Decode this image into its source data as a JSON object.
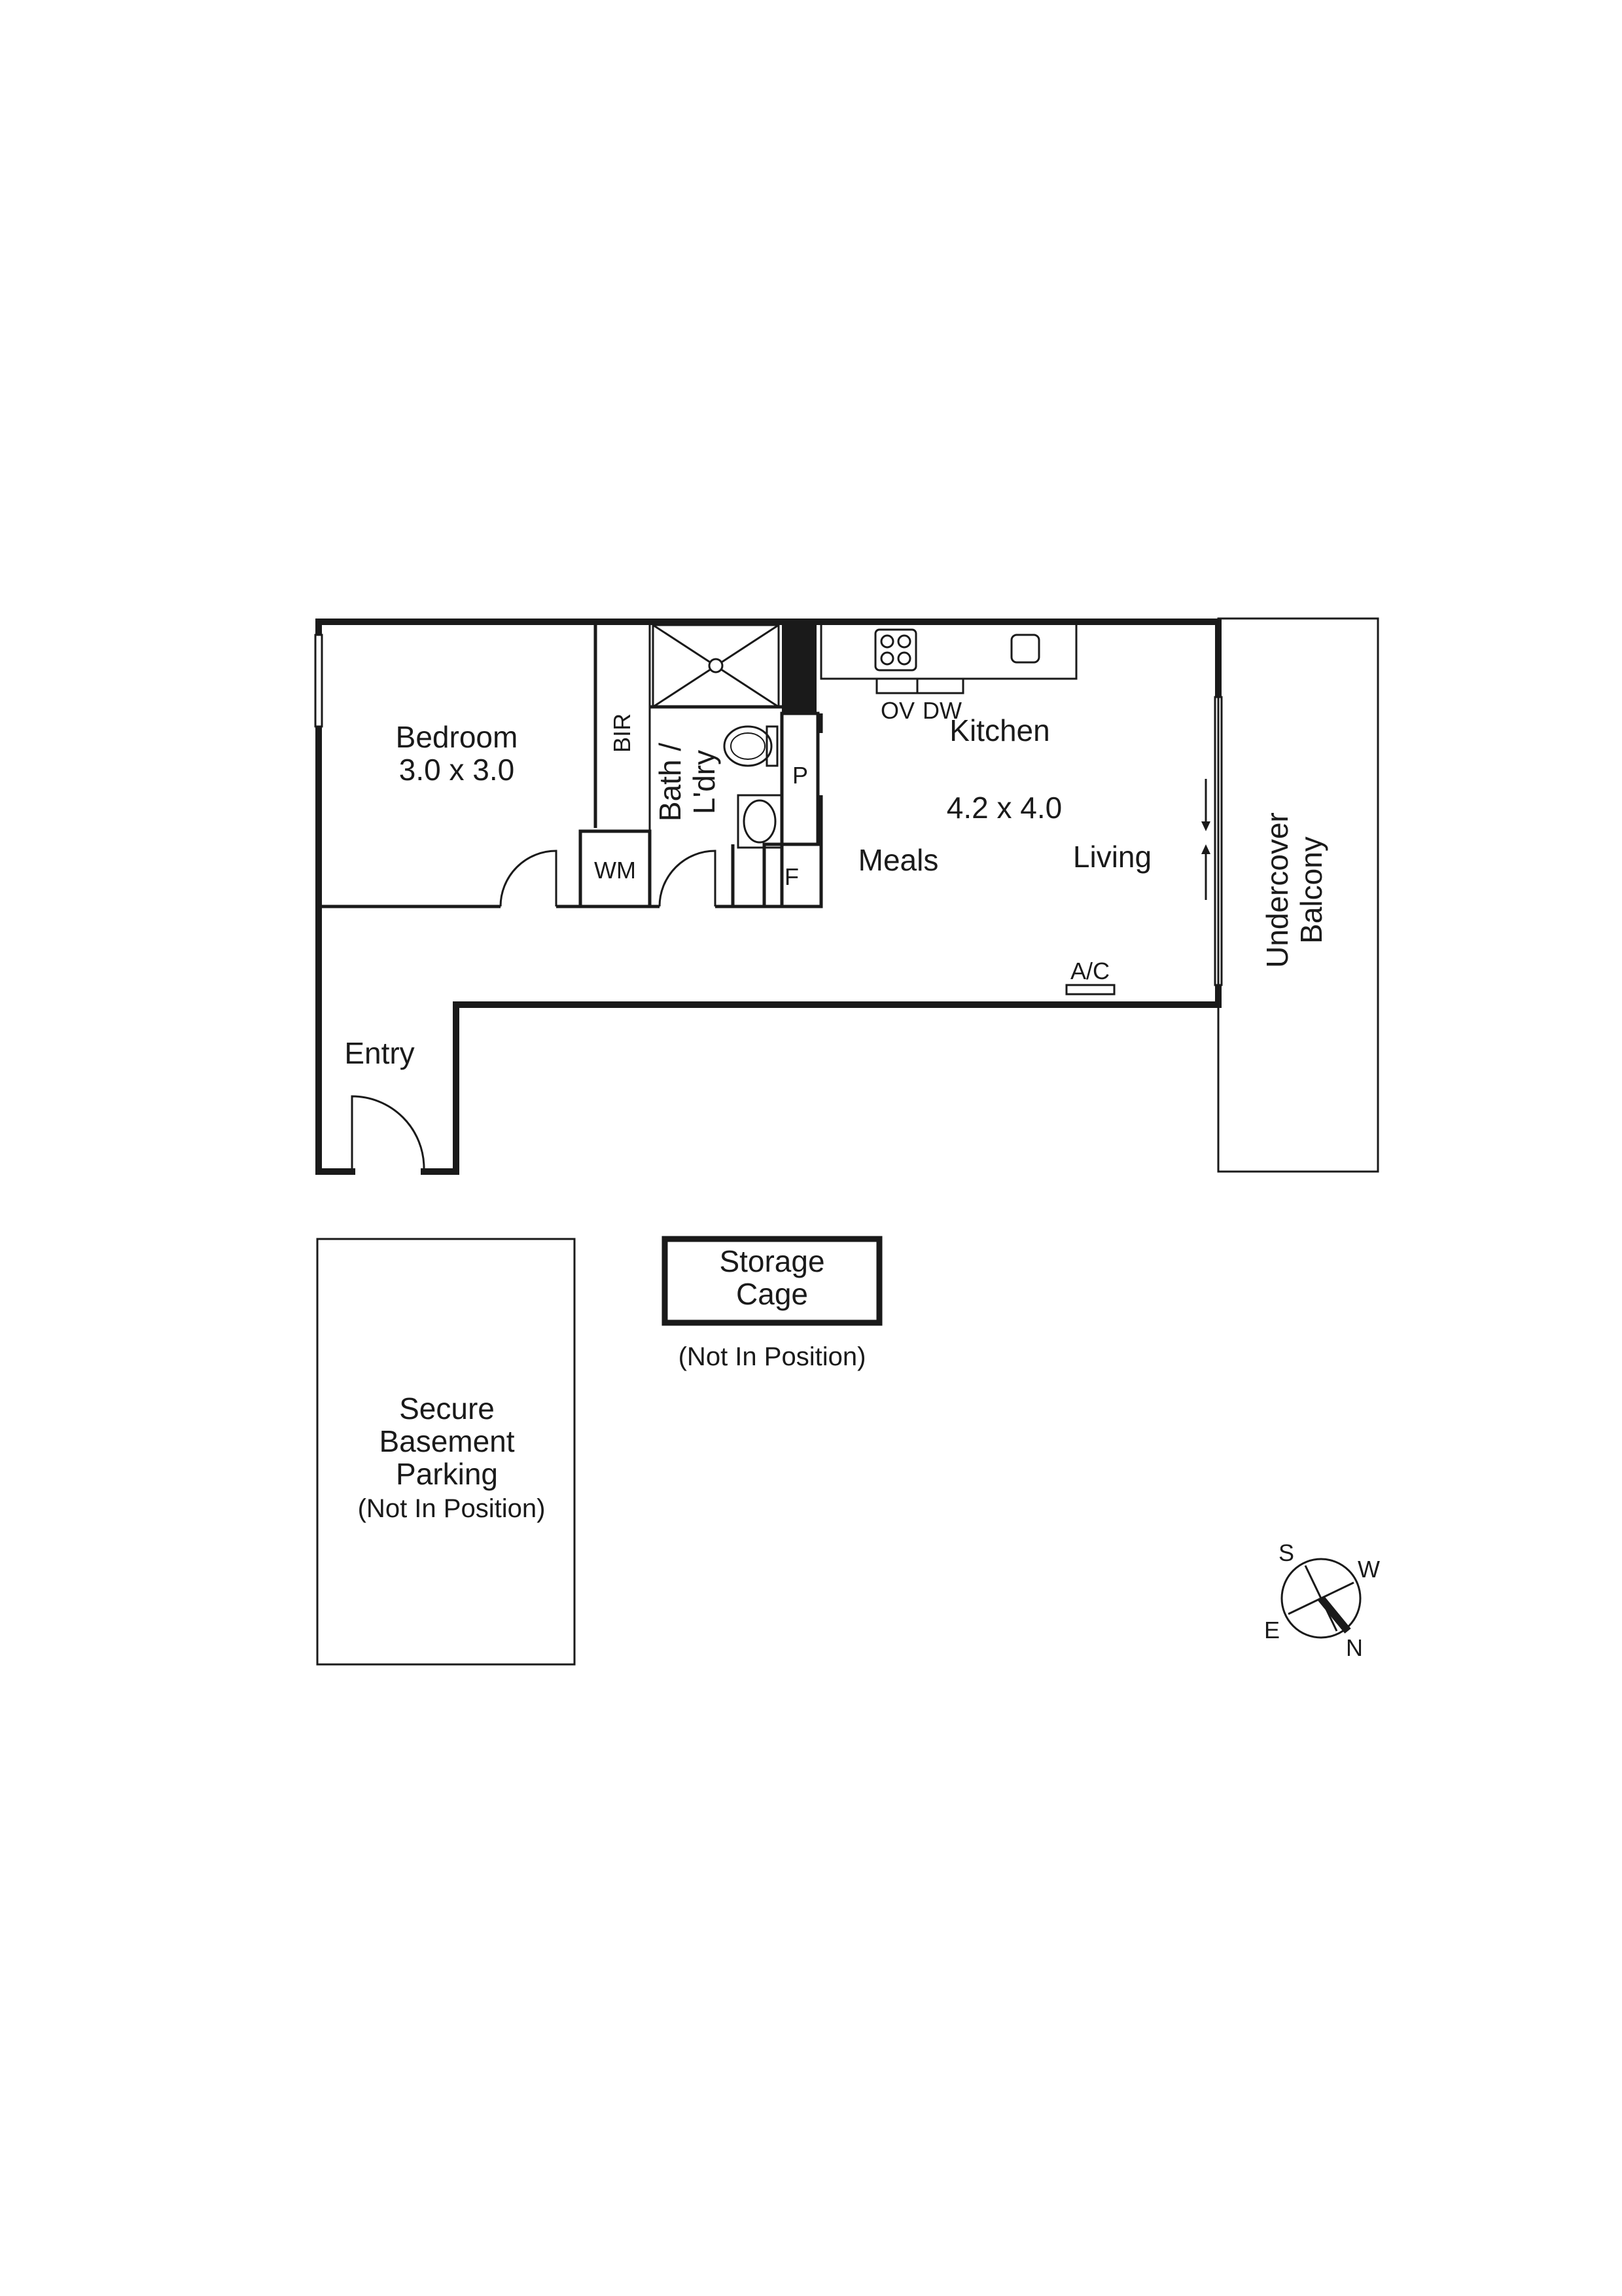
{
  "rooms": {
    "bedroom": {
      "name": "Bedroom",
      "size": "3.0 x 3.0"
    },
    "bir": "BIR",
    "bath_line1": "Bath /",
    "bath_line2": "L'dry",
    "wm": "WM",
    "pantry": "P",
    "fridge": "F",
    "ov": "OV",
    "dw": "DW",
    "kitchen": "Kitchen",
    "living_size": "4.2 x 4.0",
    "meals": "Meals",
    "living": "Living",
    "ac": "A/C",
    "entry": "Entry",
    "balcony_line1": "Undercover",
    "balcony_line2": "Balcony"
  },
  "storage": {
    "line1": "Storage",
    "line2": "Cage",
    "note": "(Not In Position)"
  },
  "parking": {
    "line1": "Secure",
    "line2": "Basement",
    "line3": "Parking",
    "note": "(Not In Position)"
  },
  "compass": {
    "s": "S",
    "w": "W",
    "e": "E",
    "n": "N"
  }
}
